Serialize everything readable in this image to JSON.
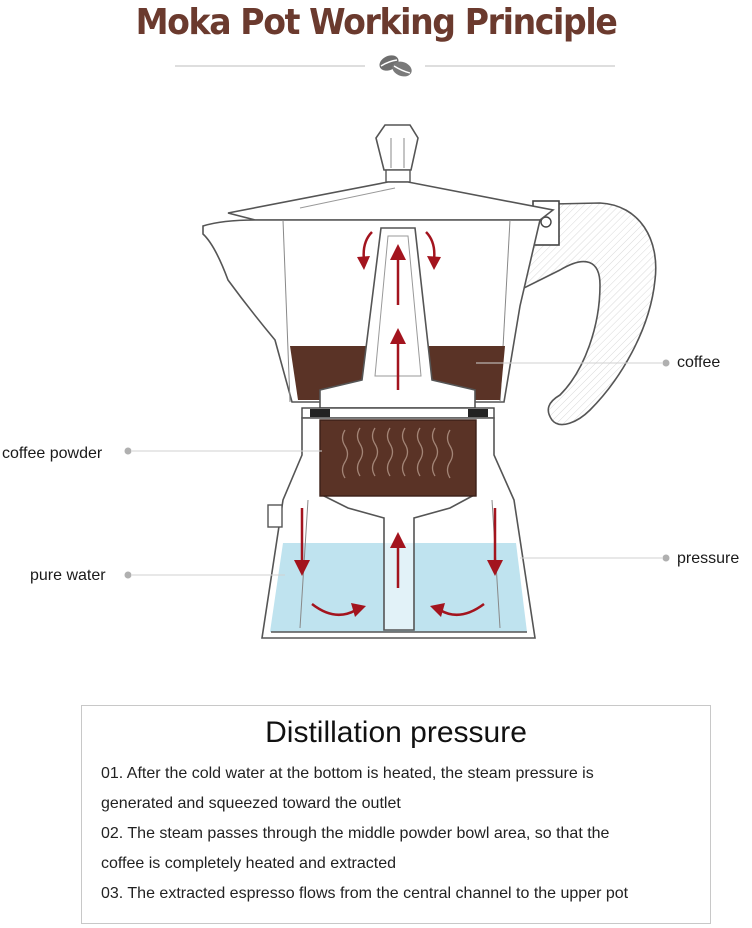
{
  "title": "Moka Pot Working Principle",
  "labels": {
    "coffee": "coffee",
    "coffee_powder": "coffee powder",
    "pure_water": "pure water",
    "pressure": "pressure"
  },
  "info": {
    "heading": "Distillation pressure",
    "lines": [
      "01. After the cold water at the bottom is heated, the steam pressure is",
      "generated and squeezed toward the outlet",
      "02. The steam passes through the middle powder bowl area, so that the",
      "coffee is completely heated and extracted",
      "03. The extracted espresso flows from the central channel to the upper pot"
    ]
  },
  "icons": {
    "divider": "coffee-beans-icon"
  },
  "colors": {
    "title": "#6b3a2e",
    "coffee": "#5a3326",
    "water": "#bfe3ef",
    "arrow": "#a3141e"
  }
}
